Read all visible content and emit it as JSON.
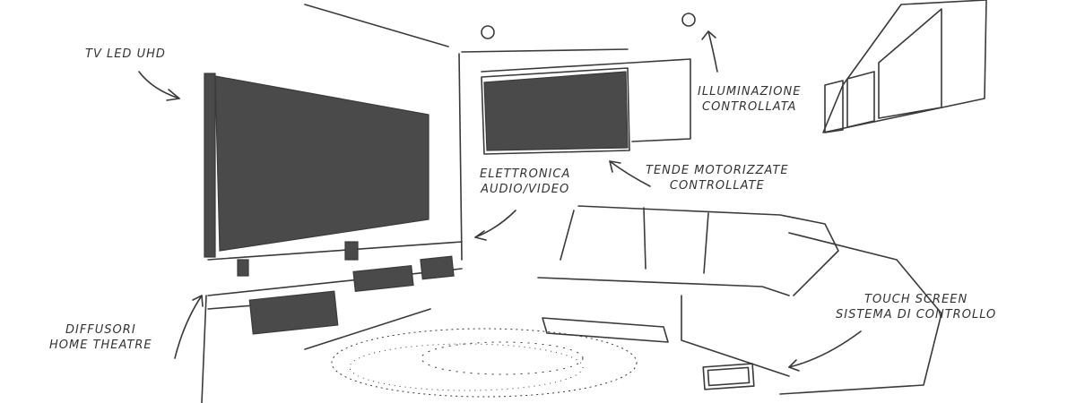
{
  "colors": {
    "ink": "#3a3a3a",
    "fill_dark": "#4a4a4a",
    "paper": "#ffffff"
  },
  "labels": {
    "tv": "TV LED UHD",
    "speakers_line1": "DIFFUSORI",
    "speakers_line2": "HOME THEATRE",
    "electronics_line1": "ELETTRONICA",
    "electronics_line2": "AUDIO/VIDEO",
    "curtains_line1": "TENDE MOTORIZZATE",
    "curtains_line2": "CONTROLLATE",
    "lighting_line1": "ILLUMINAZIONE",
    "lighting_line2": "CONTROLLATA",
    "touch_line1": "TOUCH SCREEN",
    "touch_line2": "SISTEMA DI CONTROLLO"
  }
}
